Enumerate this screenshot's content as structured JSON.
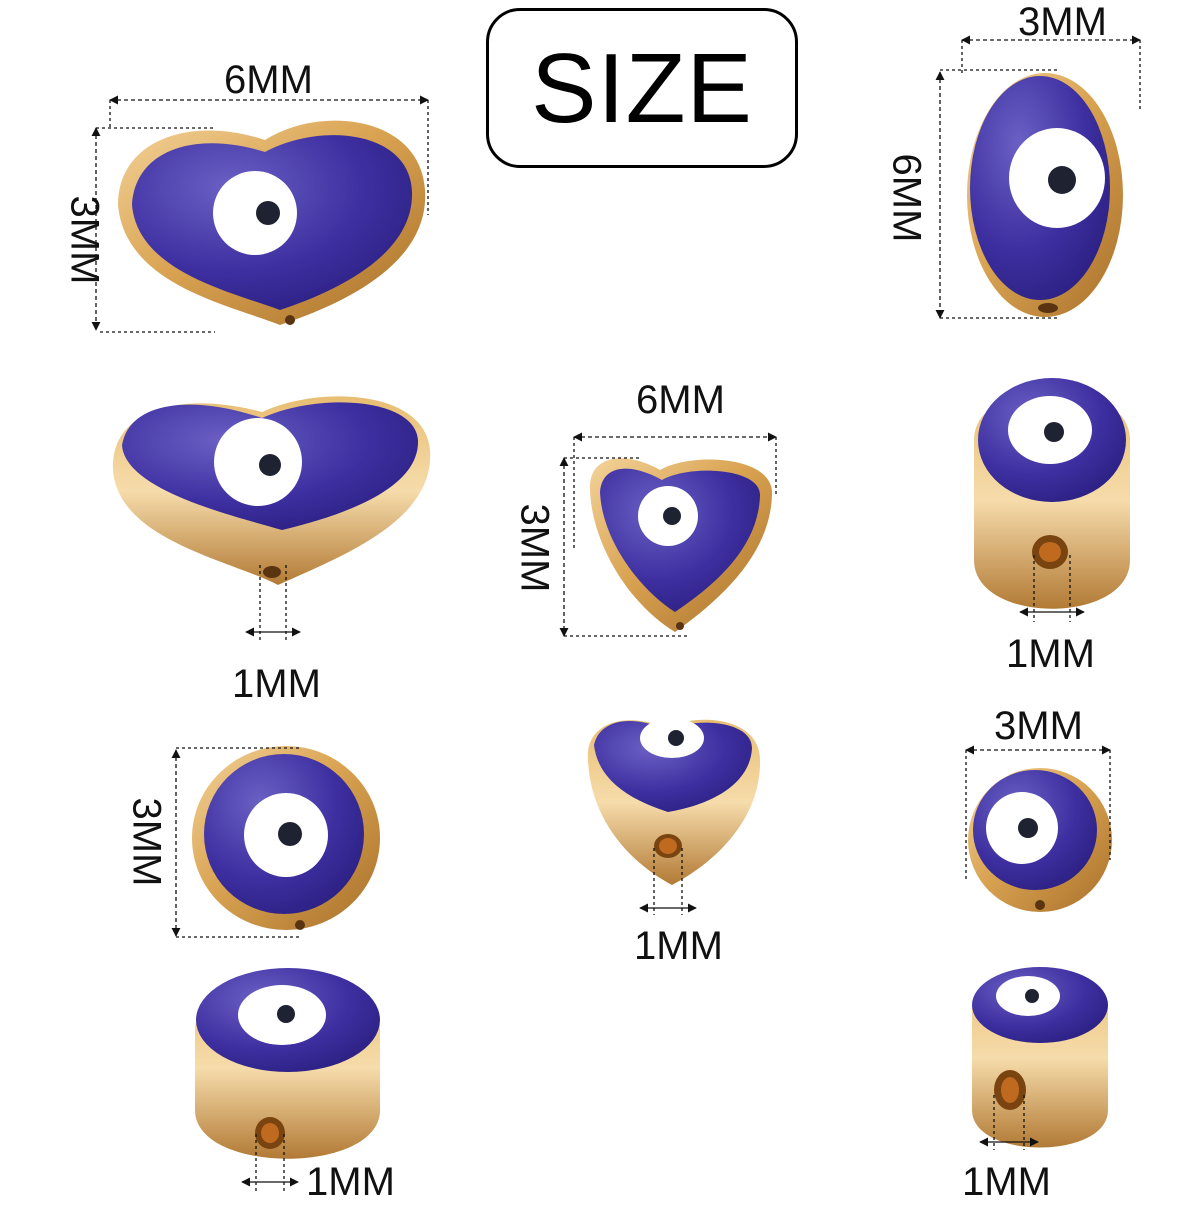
{
  "title": "SIZE",
  "colors": {
    "enamel": "#3d2fa0",
    "enamel_light": "#5a50b8",
    "gold": "#d9a352",
    "gold_dark": "#a8702a",
    "eye_white": "#ffffff",
    "pupil": "#1f2230"
  },
  "labels": {
    "heart_large_width": "6MM",
    "heart_large_height": "3MM",
    "heart_large_hole": "1MM",
    "heart_small_width": "6MM",
    "heart_small_height": "3MM",
    "heart_small_hole": "1MM",
    "round_height": "3MM",
    "round_hole": "1MM",
    "oval_width": "3MM",
    "oval_height": "6MM",
    "oval_hole": "1MM",
    "small_round_width": "3MM",
    "small_round_hole": "1MM"
  }
}
